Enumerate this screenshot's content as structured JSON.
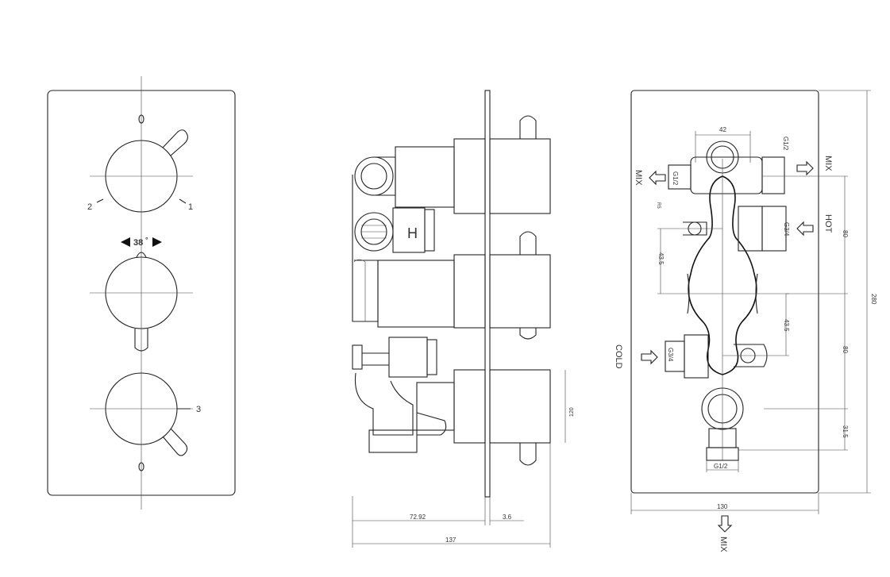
{
  "front_view": {
    "temp_label": "38",
    "degree": "°",
    "flow_labels": [
      "2",
      "1",
      "3"
    ]
  },
  "side_view": {
    "hot_letter": "H",
    "dims": {
      "depth_body": "72.92",
      "plate": "3.6",
      "total_depth": "137",
      "lower_height": "120"
    }
  },
  "rear_view": {
    "labels": {
      "mix": "MIX",
      "hot": "HOT",
      "cold": "COLD"
    },
    "thread_labels": [
      "G1/2",
      "G1/2",
      "G3/4",
      "G3/4",
      "G1/2"
    ],
    "dims": {
      "top_width": "42",
      "r": "R5",
      "d1": "43.5",
      "d2": "43.5",
      "v1": "80",
      "v2": "80",
      "v3": "31.5",
      "height": "280",
      "width": "130"
    }
  }
}
